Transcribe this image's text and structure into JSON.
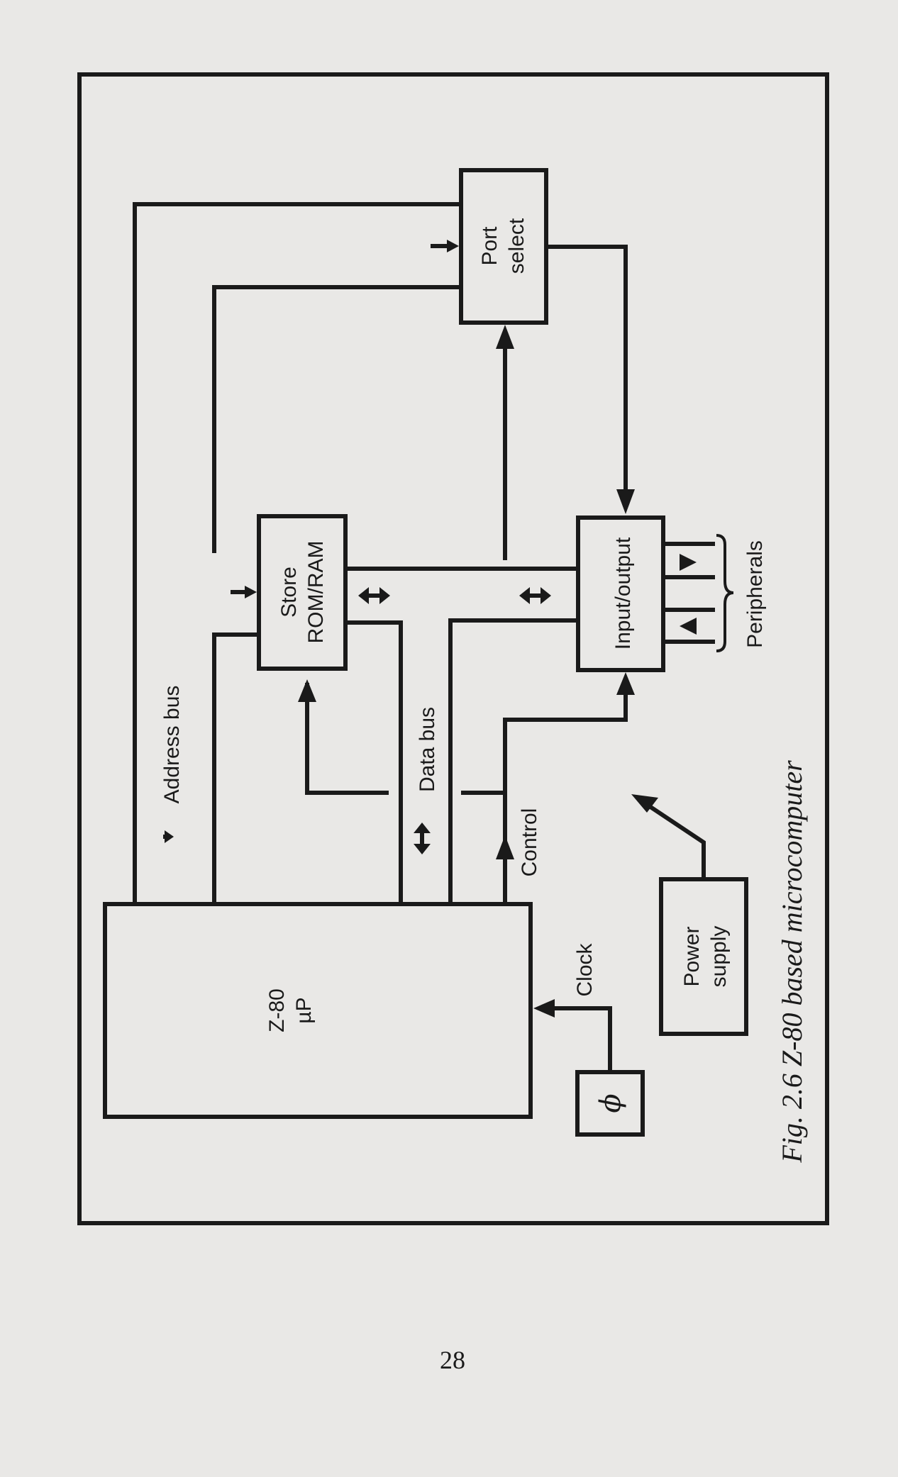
{
  "figure": {
    "caption": "Fig. 2.6 Z-80 based microcomputer",
    "blocks": {
      "cpu_line1": "Z-80",
      "cpu_line2": "µP",
      "store_line1": "Store",
      "store_line2": "ROM/RAM",
      "port_line1": "Port",
      "port_line2": "select",
      "io": "Input/output",
      "power_line1": "Power",
      "power_line2": "supply",
      "clock_symbol": "ϕ"
    },
    "labels": {
      "address_bus": "Address bus",
      "data_bus": "Data bus",
      "control": "Control",
      "clock": "Clock",
      "peripherals": "Peripherals"
    }
  },
  "page_number": "28"
}
